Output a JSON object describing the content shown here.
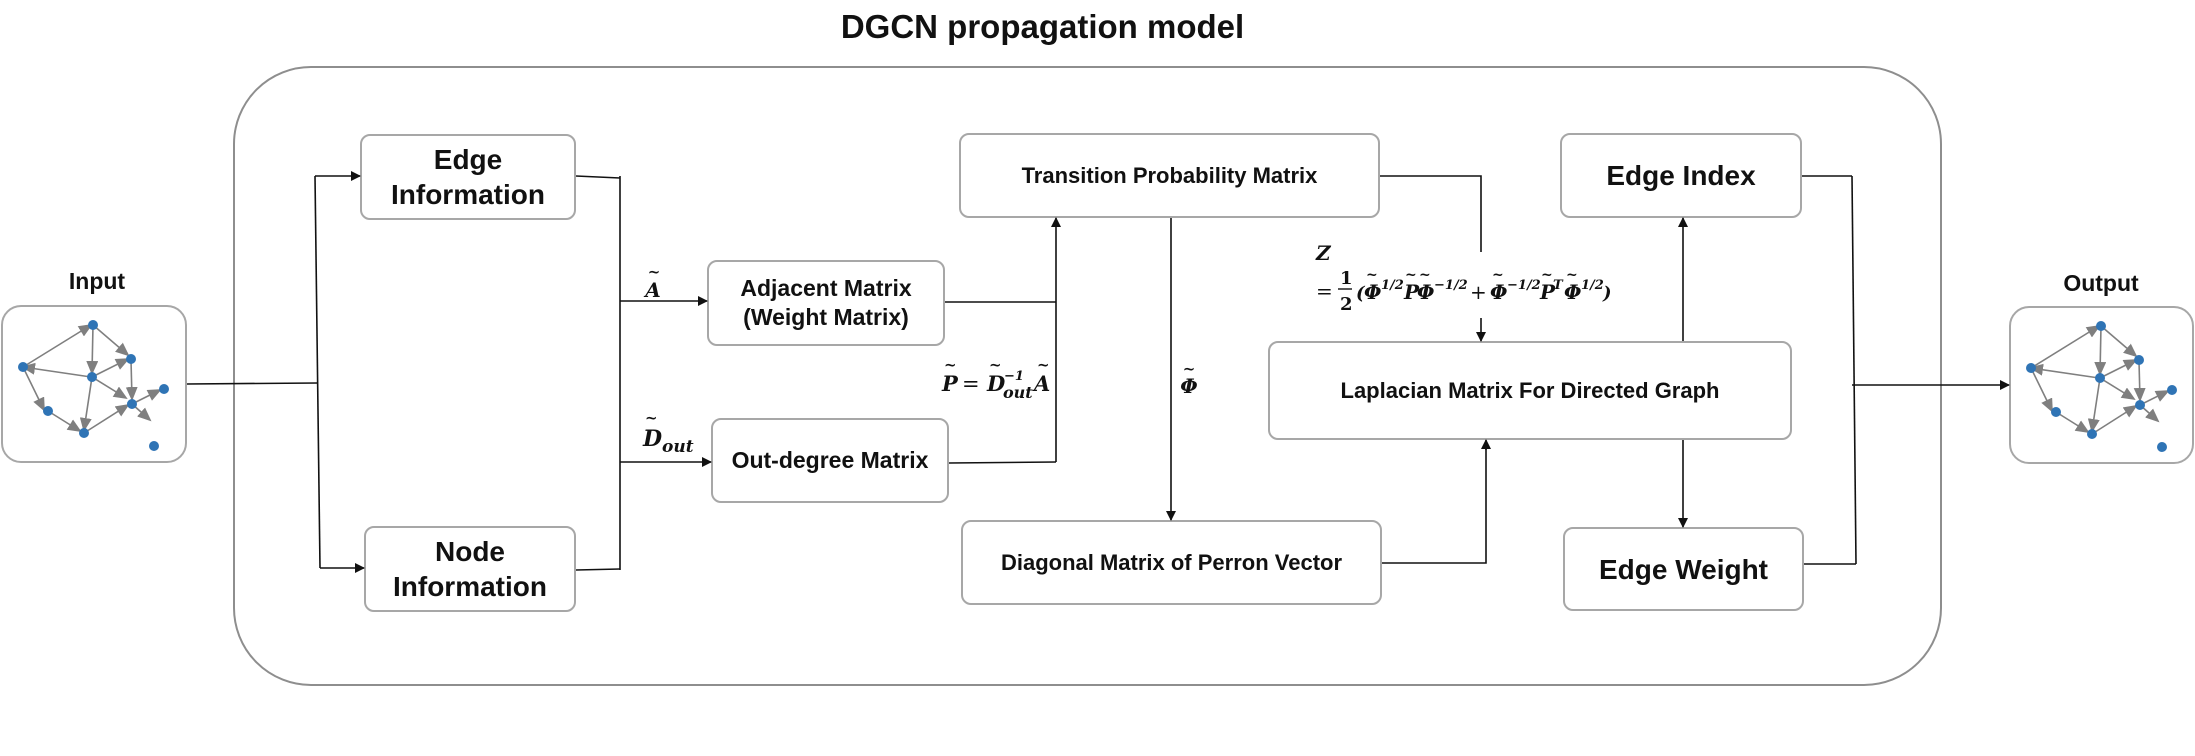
{
  "title": "DGCN propagation model",
  "input_label": "Input",
  "output_label": "Output",
  "boxes": {
    "edge_information": "Edge Information",
    "node_information": "Node Information",
    "adjacent_matrix": "Adjacent Matrix (Weight Matrix)",
    "outdegree_matrix": "Out-degree Matrix",
    "transition_probability_matrix": "Transition Probability Matrix",
    "diagonal_perron_matrix": "Diagonal Matrix of Perron Vector",
    "laplacian_matrix": "Laplacian Matrix For Directed Graph",
    "edge_index": "Edge Index",
    "edge_weight": "Edge Weight"
  },
  "formulas": {
    "a_tilde": "Ã",
    "d_out": "D̃out",
    "p_def": "P̃ = D̃out⁻¹Ã",
    "phi": "Φ̃",
    "z_lhs": "Z",
    "z_rhs": "= ½(Φ̃^{1/2}P̃Φ̃^{−1/2} + Φ̃^{−1/2}P̃ᵀΦ̃^{1/2})"
  },
  "colors": {
    "node": "#2f74b5",
    "edge": "#7f7f7f",
    "border": "#a7a7a7",
    "container_border": "#8e8e8e"
  }
}
